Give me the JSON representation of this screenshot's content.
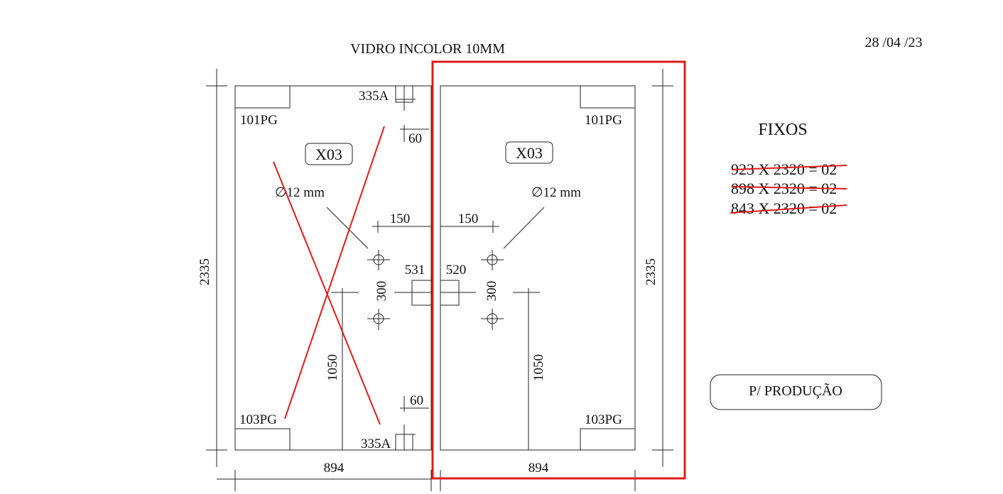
{
  "header": {
    "title": "VIDRO INCOLOR 10MM",
    "date": "28 /04 /23"
  },
  "panel_left": {
    "code": "X03",
    "top_left_label": "101PG",
    "bottom_left_label": "103PG",
    "top_right_label": "335A",
    "bottom_right_label": "335A",
    "hole_label": "∅12 mm",
    "dim_height": "2335",
    "dim_width": "894",
    "dim_60_top": "60",
    "dim_60_bottom": "60",
    "dim_150": "150",
    "dim_531": "531",
    "dim_300": "300",
    "dim_1050": "1050"
  },
  "panel_right": {
    "code": "X03",
    "top_right_label": "101PG",
    "bottom_right_label": "103PG",
    "hole_label": "∅12 mm",
    "dim_height": "2335",
    "dim_width": "894",
    "dim_150": "150",
    "dim_520": "520",
    "dim_300": "300",
    "dim_1050": "1050"
  },
  "fixos": {
    "title": "FIXOS",
    "items": [
      "923 X 2320 = 02",
      "898 X 2320 = 02",
      "843 X 2320 = 02"
    ]
  },
  "stamp": "P/ PRODUÇÃO",
  "colors": {
    "line": "#222222",
    "markup_red": "#e01b1b"
  }
}
